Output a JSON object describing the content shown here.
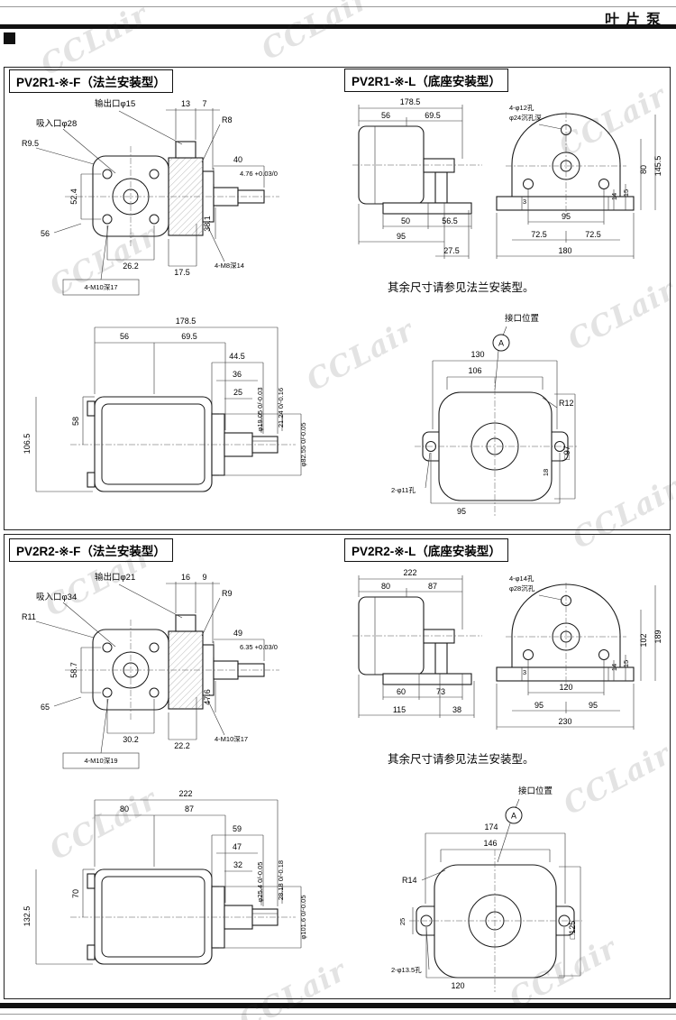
{
  "page": {
    "header_title": "叶片泵",
    "watermark": "CCLair"
  },
  "s1": {
    "flange_title": "PV2R1-※-F（法兰安装型）",
    "base_title": "PV2R1-※-L（底座安装型）",
    "note": "其余尺寸请参见法兰安装型。",
    "port_label": "接口位置",
    "port_mark": "A",
    "fa": {
      "outlet": "输出口φ15",
      "inlet": "吸入口φ28",
      "r1": "R9.5",
      "r2": "R8",
      "d13": "13",
      "d7": "7",
      "d40": "40",
      "key": "4.76 +0.03/0",
      "d524": "52.4",
      "d381": "38.1",
      "d56": "56",
      "d262": "26.2",
      "d175": "17.5",
      "tap1": "4-M8深14",
      "tap2": "4-M10深17"
    },
    "ba": {
      "d1785": "178.5",
      "d56": "56",
      "d695": "69.5",
      "holes1": "4-φ12孔",
      "holes2": "φ24沉孔深",
      "d1455": "145.5",
      "d80": "80",
      "d14": "14",
      "d15": "15",
      "d3": "3",
      "d95t": "95",
      "d50": "50",
      "d565": "56.5",
      "d95b": "95",
      "d275": "27.5",
      "d725a": "72.5",
      "d725b": "72.5",
      "d180": "180"
    },
    "sv": {
      "d1785": "178.5",
      "d56": "56",
      "d695": "69.5",
      "d445": "44.5",
      "d36": "36",
      "d25": "25",
      "shaft": "φ19.05 0/-0.03",
      "key": "21.24 0/-0.16",
      "boss": "φ82.55 0/-0.05",
      "d58": "58",
      "d1065": "106.5"
    },
    "fv": {
      "d130": "130",
      "d106": "106",
      "r": "R12",
      "d18": "18",
      "sq": "□97",
      "holes": "2-φ11孔",
      "d95": "95"
    }
  },
  "s2": {
    "flange_title": "PV2R2-※-F（法兰安装型）",
    "base_title": "PV2R2-※-L（底座安装型）",
    "note": "其余尺寸请参见法兰安装型。",
    "port_label": "接口位置",
    "port_mark": "A",
    "fa": {
      "outlet": "输出口φ21",
      "inlet": "吸入口φ34",
      "r1": "R11",
      "r2": "R9",
      "d16": "16",
      "d9": "9",
      "d49": "49",
      "key": "6.35 +0.03/0",
      "d587": "58.7",
      "d476": "47.6",
      "d65": "65",
      "d302": "30.2",
      "d222": "22.2",
      "tap1": "4-M10深17",
      "tap2": "4-M10深19"
    },
    "ba": {
      "d222": "222",
      "d80": "80",
      "d87": "87",
      "holes1": "4-φ14孔",
      "holes2": "φ28沉孔",
      "d189": "189",
      "d102": "102",
      "d14": "14",
      "d15": "15",
      "d3": "3",
      "d120": "120",
      "d60": "60",
      "d73": "73",
      "d115": "115",
      "d38": "38",
      "d95a": "95",
      "d95b": "95",
      "d230": "230"
    },
    "sv": {
      "d222": "222",
      "d80": "80",
      "d87": "87",
      "d59": "59",
      "d47": "47",
      "d32": "32",
      "shaft": "φ25.4 0/-0.05",
      "key": "28.18 0/-0.18",
      "boss": "φ101.6 0/-0.05",
      "d70": "70",
      "d1325": "132.5"
    },
    "fv": {
      "d174": "174",
      "d146": "146",
      "r": "R14",
      "d25": "25",
      "sq": "□125",
      "holes": "2-φ13.5孔",
      "d120": "120"
    }
  }
}
